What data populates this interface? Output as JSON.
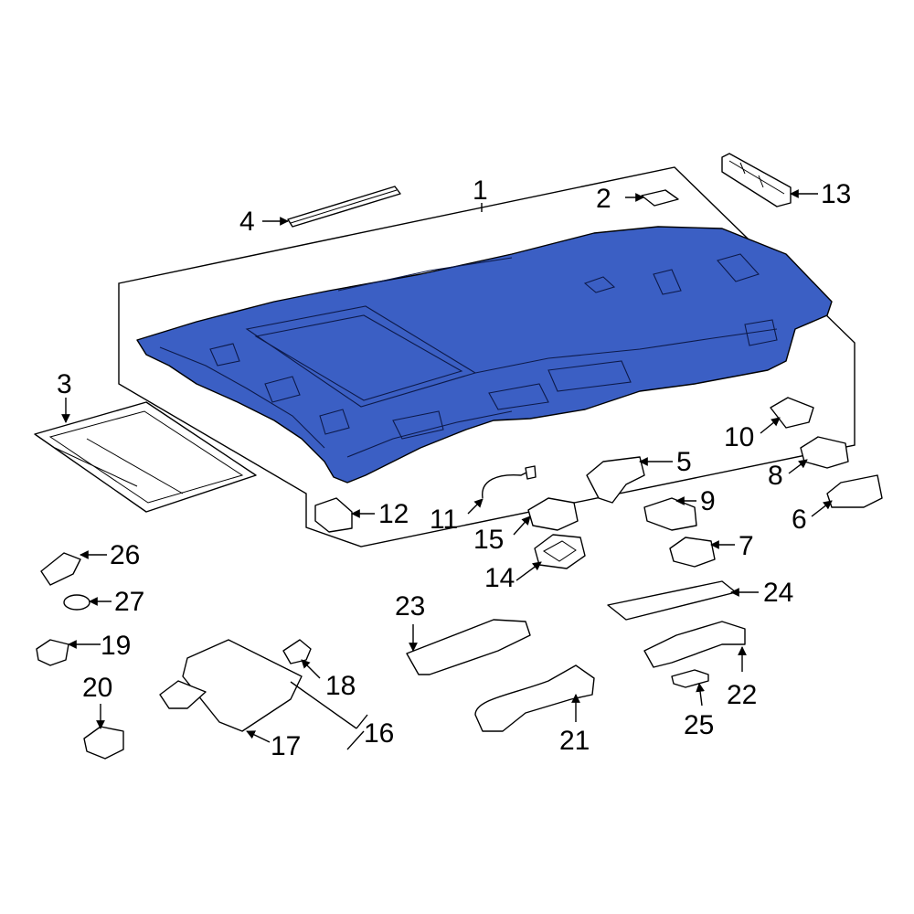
{
  "diagram": {
    "highlight_color": "#3b5fc4",
    "callouts": {
      "c1": "1",
      "c2": "2",
      "c3": "3",
      "c4": "4",
      "c5": "5",
      "c6": "6",
      "c7": "7",
      "c8": "8",
      "c9": "9",
      "c10": "10",
      "c11": "11",
      "c12": "12",
      "c13": "13",
      "c14": "14",
      "c15": "15",
      "c16": "16",
      "c17": "17",
      "c18": "18",
      "c19": "19",
      "c20": "20",
      "c21": "21",
      "c22": "22",
      "c23": "23",
      "c24": "24",
      "c25": "25",
      "c26": "26",
      "c27": "27"
    }
  }
}
